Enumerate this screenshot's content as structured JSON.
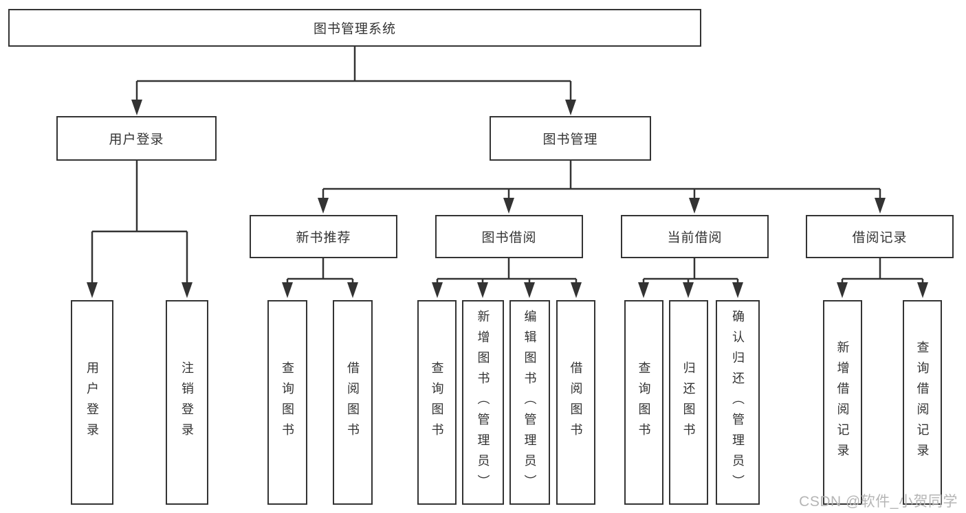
{
  "tree": {
    "root": {
      "label": "图书管理系统",
      "children": [
        {
          "label": "用户登录",
          "children": [
            {
              "label": "用户登录"
            },
            {
              "label": "注销登录"
            }
          ]
        },
        {
          "label": "图书管理",
          "children": [
            {
              "label": "新书推荐",
              "children": [
                {
                  "label": "查询图书"
                },
                {
                  "label": "借阅图书"
                }
              ]
            },
            {
              "label": "图书借阅",
              "children": [
                {
                  "label": "查询图书"
                },
                {
                  "label": "新增图书（管理员）"
                },
                {
                  "label": "编辑图书（管理员）"
                },
                {
                  "label": "借阅图书"
                }
              ]
            },
            {
              "label": "当前借阅",
              "children": [
                {
                  "label": "查询图书"
                },
                {
                  "label": "归还图书"
                },
                {
                  "label": "确认归还（管理员）"
                }
              ]
            },
            {
              "label": "借阅记录",
              "children": [
                {
                  "label": "新增借阅记录"
                },
                {
                  "label": "查询借阅记录"
                }
              ]
            }
          ]
        }
      ]
    }
  },
  "watermark": {
    "text": "CSDN @软件_小贺同学"
  },
  "colors": {
    "line": "#333333",
    "box_border": "#333333",
    "text": "#333333",
    "watermark": "#b5b5b5",
    "background": "#ffffff"
  }
}
